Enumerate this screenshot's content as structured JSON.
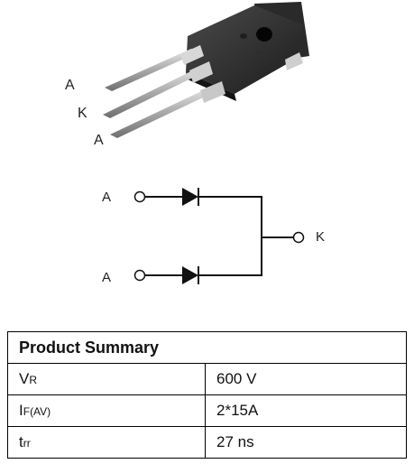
{
  "package": {
    "pin_labels": [
      "A",
      "K",
      "A"
    ]
  },
  "schematic": {
    "anode_top": "A",
    "anode_bottom": "A",
    "cathode": "K"
  },
  "table": {
    "title": "Product Summary",
    "rows": [
      {
        "symbol": "V",
        "sub": "R",
        "value": "600 V"
      },
      {
        "symbol": "I",
        "sub": "F(AV)",
        "value": "2*15A"
      },
      {
        "symbol": "t",
        "sub": "rr",
        "value": "27 ns"
      }
    ]
  }
}
